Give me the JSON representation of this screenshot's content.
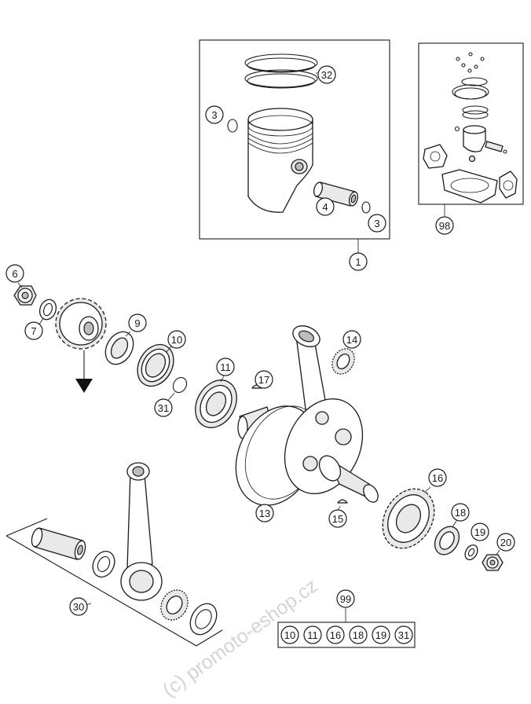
{
  "callouts": [
    {
      "id": "c32",
      "label": "32"
    },
    {
      "id": "c3a",
      "label": "3"
    },
    {
      "id": "c4",
      "label": "4"
    },
    {
      "id": "c3b",
      "label": "3"
    },
    {
      "id": "c1",
      "label": "1"
    },
    {
      "id": "c98",
      "label": "98"
    },
    {
      "id": "c6",
      "label": "6"
    },
    {
      "id": "c7",
      "label": "7"
    },
    {
      "id": "c9",
      "label": "9"
    },
    {
      "id": "c10",
      "label": "10"
    },
    {
      "id": "c31",
      "label": "31"
    },
    {
      "id": "c11",
      "label": "11"
    },
    {
      "id": "c17",
      "label": "17"
    },
    {
      "id": "c14",
      "label": "14"
    },
    {
      "id": "c13",
      "label": "13"
    },
    {
      "id": "c15",
      "label": "15"
    },
    {
      "id": "c16",
      "label": "16"
    },
    {
      "id": "c18",
      "label": "18"
    },
    {
      "id": "c19",
      "label": "19"
    },
    {
      "id": "c20",
      "label": "20"
    },
    {
      "id": "c30",
      "label": "30"
    },
    {
      "id": "c99",
      "label": "99"
    }
  ],
  "kit_99_items": [
    "10",
    "11",
    "16",
    "18",
    "19",
    "31"
  ],
  "watermark": "(c) promoto-eshop.cz"
}
